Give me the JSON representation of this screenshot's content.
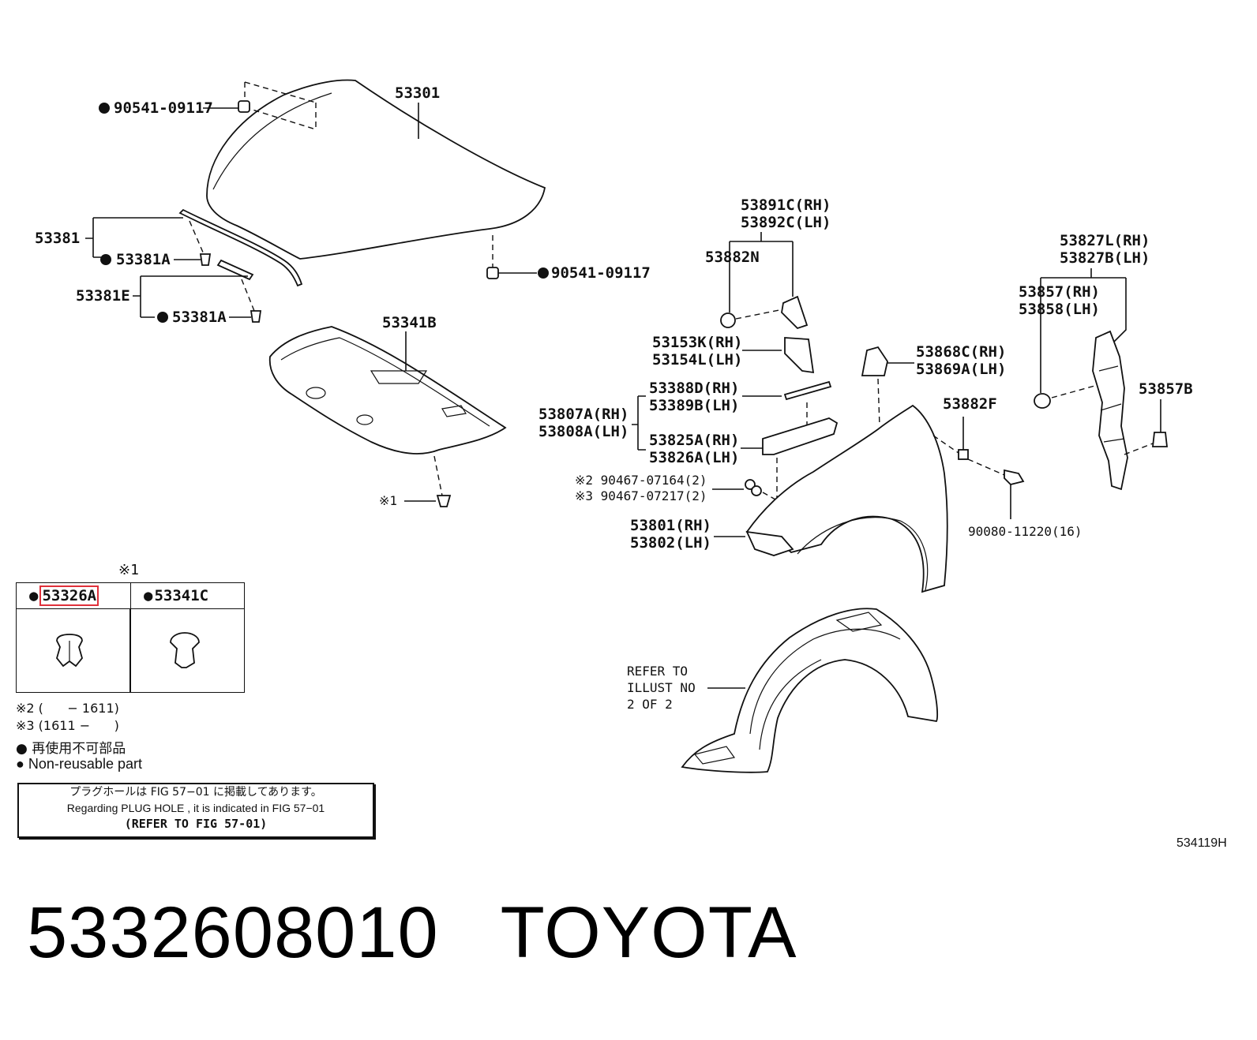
{
  "labels": {
    "hood": "53301",
    "hood_clip_top": "90541-09117",
    "hood_clip_right": "90541-09117",
    "seal_main": "53381",
    "seal_clip_1": "53381A",
    "seal_sub": "53381E",
    "seal_clip_2": "53381A",
    "insulator": "53341B",
    "clip_note_1": "※1",
    "support_rh": "53891C(RH)",
    "support_lh": "53892C(LH)",
    "support_clip": "53882N",
    "bracket_rh": "53153K(RH)",
    "bracket_lh": "53154L(LH)",
    "seal_d_rh": "53388D(RH)",
    "seal_b_lh": "53389B(LH)",
    "fender_set_rh": "53807A(RH)",
    "fender_set_lh": "53808A(LH)",
    "fender_brkt_rh": "53825A(RH)",
    "fender_brkt_lh": "53826A(LH)",
    "bolt_2": "※2 90467-07164(2)",
    "bolt_3": "※3 90467-07217(2)",
    "fender_rh": "53801(RH)",
    "fender_lh": "53802(LH)",
    "cover_rh": "53868C(RH)",
    "cover_lh": "53869A(LH)",
    "clip_f": "53882F",
    "screw": "90080-11220(16)",
    "liner_l_rh": "53827L(RH)",
    "liner_b_lh": "53827B(LH)",
    "seal_57_rh": "53857(RH)",
    "seal_58_lh": "53858(LH)",
    "clip_57b": "53857B",
    "refer_1": "REFER TO",
    "refer_2": "ILLUST NO",
    "refer_3": "2 OF 2"
  },
  "clip_table": {
    "title": "※1",
    "col1_code": "53326A",
    "col2_code": "53341C"
  },
  "notes": {
    "note2": "※2 (      − 1611)",
    "note3": "※3 (1611 −      )",
    "nonreuse_jp": "再使用不可部品",
    "nonreuse_en": "Non-reusable part"
  },
  "ref_box": {
    "line1": "プラグホールは FIG 57−01 に掲載してあります。",
    "line2": "Regarding  PLUG  HOLE , it is indicated in  FIG  57−01",
    "line3": "(REFER TO FIG 57-01)"
  },
  "figure_id": "534119H",
  "caption": "5332608010   TOYOTA"
}
